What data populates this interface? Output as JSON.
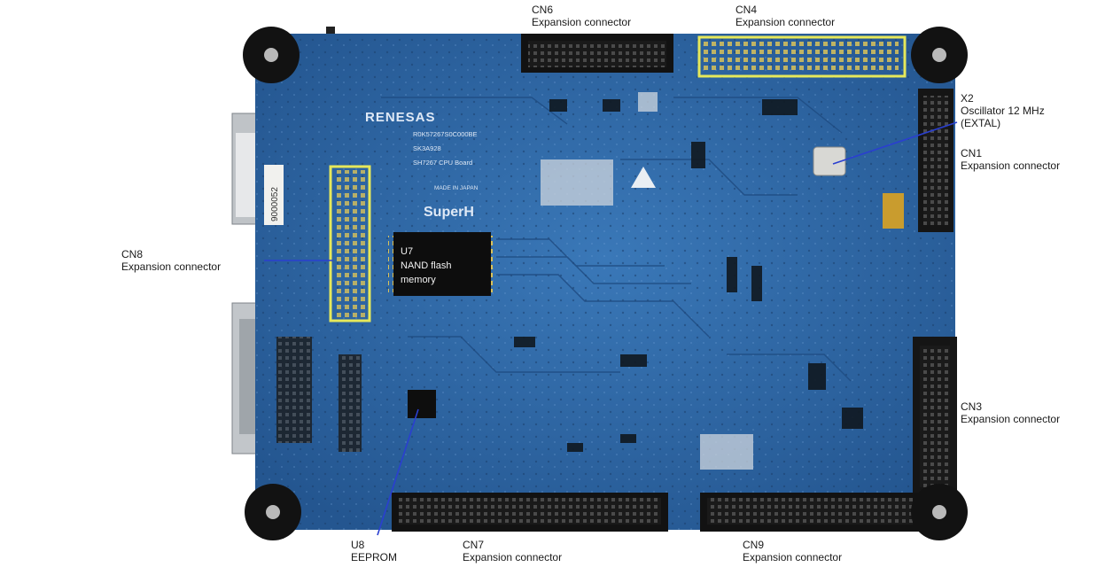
{
  "board": {
    "logo": "RENESAS",
    "silk_lines": [
      "R0K57267S0C000BE",
      "SK3A928",
      "SH7267 CPU Board"
    ],
    "made_in": "MADE IN JAPAN",
    "brand": "SuperH",
    "chip_label": [
      "U7",
      "NAND flash",
      "memory"
    ],
    "side_sticker": "9000052"
  },
  "callouts": {
    "cn6": {
      "name": "CN6",
      "desc": "Expansion connector"
    },
    "cn4": {
      "name": "CN4",
      "desc": "Expansion connector"
    },
    "x2": {
      "name": "X2",
      "desc": "Oscillator 12 MHz",
      "desc2": "(EXTAL)"
    },
    "cn1": {
      "name": "CN1",
      "desc": "Expansion connector"
    },
    "cn8": {
      "name": "CN8",
      "desc": "Expansion connector"
    },
    "cn3": {
      "name": "CN3",
      "desc": "Expansion connector"
    },
    "u8": {
      "name": "U8",
      "desc": "EEPROM"
    },
    "cn7": {
      "name": "CN7",
      "desc": "Expansion connector"
    },
    "cn9": {
      "name": "CN9",
      "desc": "Expansion connector"
    }
  },
  "colors": {
    "pcb": "#2f67a6",
    "highlight": "#e6e85a",
    "leader": "#2a3fd0"
  }
}
